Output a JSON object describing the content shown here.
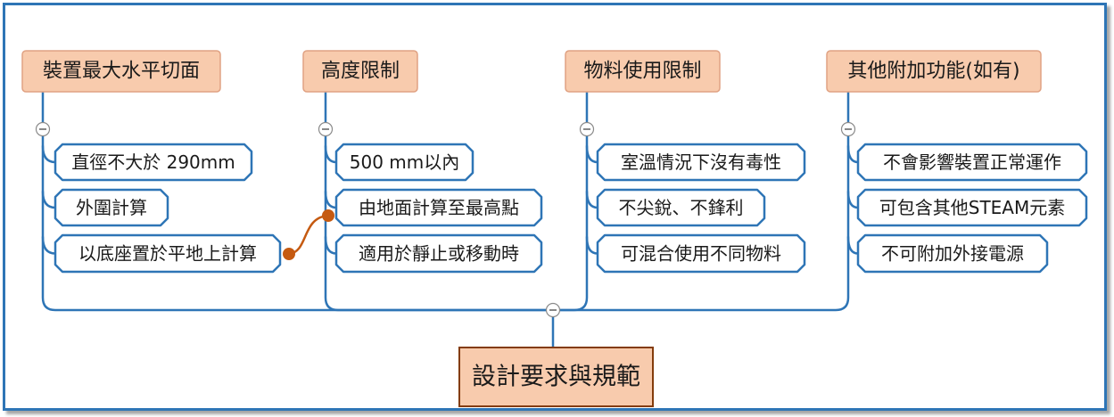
{
  "diagram": {
    "root": {
      "label": "設計要求與規範"
    },
    "branches": [
      {
        "label": "裝置最大水平切面",
        "items": [
          "直徑不大於 290mm",
          "外圍計算",
          "以底座置於平地上計算"
        ]
      },
      {
        "label": "高度限制",
        "items": [
          "500 mm以內",
          "由地面計算至最高點",
          "適用於靜止或移動時"
        ]
      },
      {
        "label": "物料使用限制",
        "items": [
          "室溫情況下沒有毒性",
          "不尖銳、不鋒利",
          "可混合使用不同物料"
        ]
      },
      {
        "label": "其他附加功能(如有)",
        "items": [
          "不會影響裝置正常運作",
          "可包含其他STEAM元素",
          "不可附加外接電源"
        ]
      }
    ],
    "relationship": {
      "from_branch": 0,
      "from_item": 2,
      "to_branch": 1,
      "to_item": 1
    }
  },
  "icons": {
    "collapse": "minus-circle-icon"
  },
  "colors": {
    "connector": "#2e75b6",
    "topic_fill": "#f8cbad",
    "topic_border": "#e0a283",
    "root_border": "#843c0c",
    "subtopic_border": "#2e75b6",
    "relationship": "#c55a11",
    "frame": "#2e75b6"
  }
}
